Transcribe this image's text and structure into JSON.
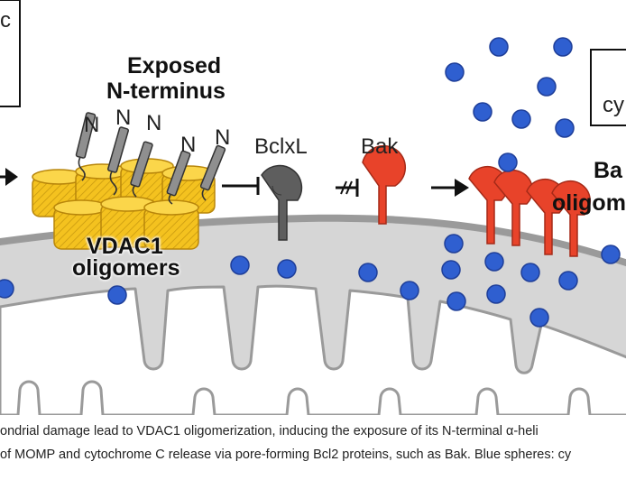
{
  "labels": {
    "top_left_fragment": "c",
    "top_right_fragment": "cy",
    "exposed_line1": "Exposed",
    "exposed_line2": "N-terminus",
    "n_label": "N",
    "bclxl": "BclxL",
    "bak": "Bak",
    "bak_oligo_line1": "Ba",
    "bak_oligo_line2": "oligom",
    "vdac_line1": "VDAC1",
    "vdac_line2": "oligomers"
  },
  "caption": {
    "line1": "ondrial damage lead to VDAC1 oligomerization, inducing the exposure of its N-terminal α-heli",
    "line2": "of MOMP and cytochrome C release via pore-forming Bcl2 proteins, such as Bak. Blue spheres: cy"
  },
  "colors": {
    "sphere_blue": "#2f5fd0",
    "vdac_yellow": "#f4c21f",
    "bclxl_gray": "#5a5a5a",
    "bak_red": "#e8432a",
    "membrane_gray": "#d4d4d4"
  }
}
